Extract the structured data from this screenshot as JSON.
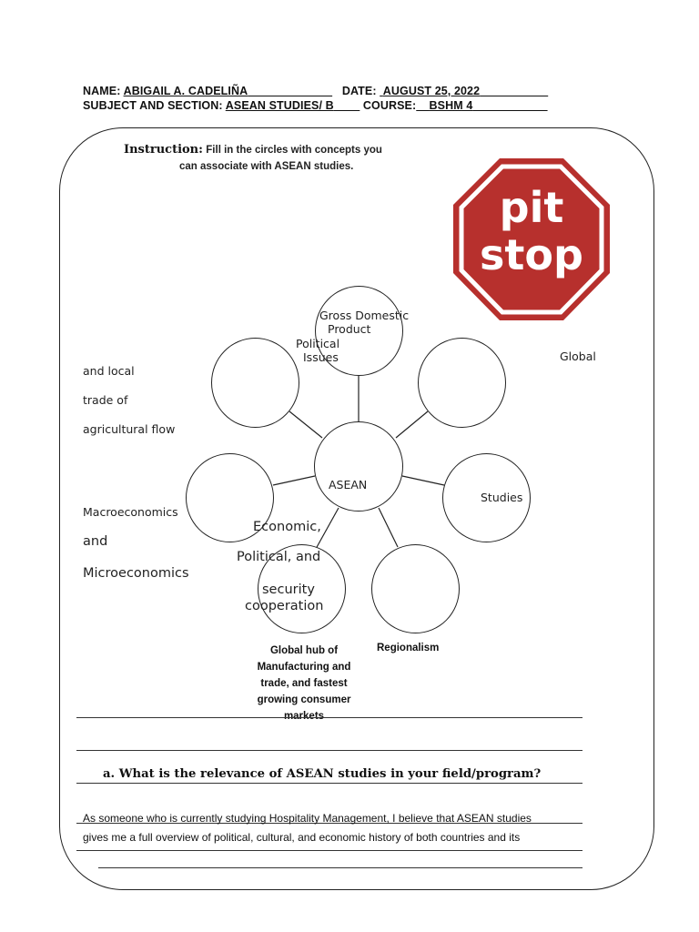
{
  "header": {
    "name_label": "NAME:",
    "name_value": "ABIGAIL A. CADELIÑA",
    "date_label": "DATE:",
    "date_value": "AUGUST 25, 2022",
    "subject_label": "SUBJECT AND SECTION:",
    "subject_value": "ASEAN STUDIES/ B",
    "course_label": "COURSE:",
    "course_value": "BSHM 4"
  },
  "instruction": {
    "label": "Instruction:",
    "text_line1": "Fill in the circles with concepts you",
    "text_line2": "can associate with ASEAN studies."
  },
  "stop_sign": {
    "line1": "pit",
    "line2": "stop",
    "color": "#b7302d"
  },
  "diagram": {
    "center": "ASEAN",
    "top_circle_line1": "Gross Domestic",
    "top_circle_line2": "Product",
    "political_line1": "Political",
    "political_line2": "Issues",
    "global": "Global",
    "studies": "Studies",
    "left_top_line1": "and local",
    "left_top_line2": "trade of",
    "left_top_line3": "agricultural flow",
    "left_mid_line1": "Macroeconomics",
    "left_mid_line2": "and",
    "left_mid_line3": "Microeconomics",
    "econ_line1": "Economic,",
    "econ_line2": "Political, and",
    "econ_line3": "security",
    "econ_line4": "cooperation",
    "bottom_left_line1": "Global hub of",
    "bottom_left_line2": "Manufacturing and",
    "bottom_left_line3": "trade, and fastest",
    "bottom_left_line4": "growing consumer",
    "bottom_left_line5": "markets",
    "bottom_right": "Regionalism"
  },
  "question": {
    "text": "a.  What is the relevance of ASEAN studies in your field/program?",
    "answer_line1": "As someone who is currently studying Hospitality Management, I believe that ASEAN studies",
    "answer_line2": "gives me a full overview of political, cultural, and economic history of both countries and its"
  }
}
